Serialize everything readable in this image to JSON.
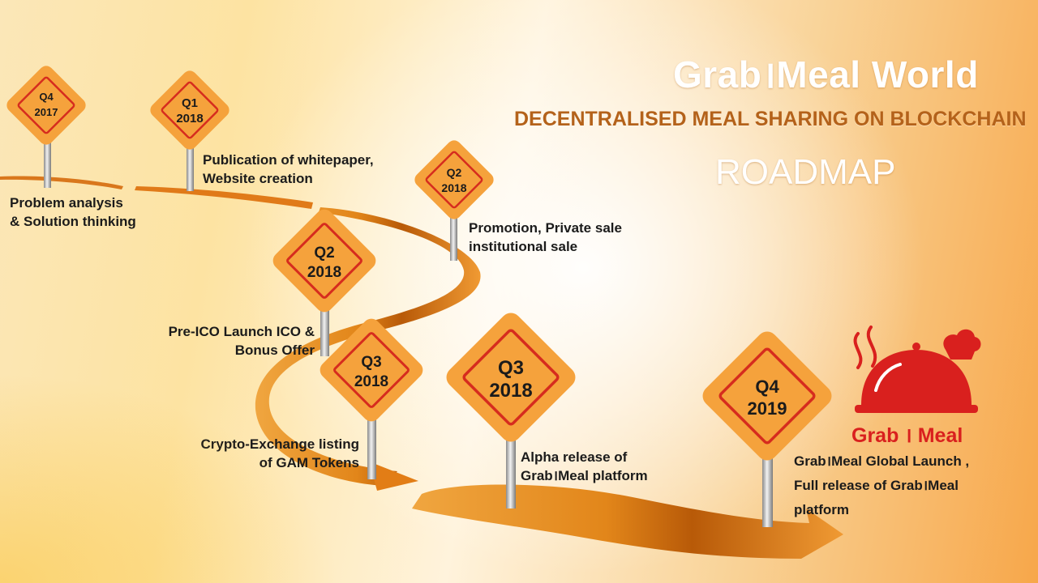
{
  "header": {
    "brand_title": "Grab।Meal World",
    "tagline": "DECENTRALISED MEAL SHARING ON BLOCKCHAIN",
    "heading": "ROADMAP"
  },
  "logo": {
    "text": "Grab । Meal",
    "color": "#d9201e",
    "icon": "food-cloche-icon"
  },
  "colors": {
    "sign_orange": "#f5a23c",
    "sign_red_border": "#d62c1e",
    "road_orange": "#e98a1f"
  },
  "milestones": [
    {
      "quarter": "Q4",
      "year": "2017",
      "lines": [
        "Problem analysis",
        "&  Solution thinking"
      ]
    },
    {
      "quarter": "Q1",
      "year": "2018",
      "lines": [
        "Publication of whitepaper,",
        "Website creation"
      ]
    },
    {
      "quarter": "Q2",
      "year": "2018",
      "lines": [
        "Promotion, Private sale",
        "institutional sale"
      ]
    },
    {
      "quarter": "Q2",
      "year": "2018",
      "lines": [
        "Pre-ICO Launch ICO &",
        "Bonus Offer"
      ]
    },
    {
      "quarter": "Q3",
      "year": "2018",
      "lines": [
        "Crypto-Exchange listing",
        "of GAM Tokens"
      ]
    },
    {
      "quarter": "Q3",
      "year": "2018",
      "lines": [
        "Alpha release of",
        "Grab।Meal platform"
      ]
    },
    {
      "quarter": "Q4",
      "year": "2019",
      "lines": [
        "Grab।Meal Global Launch ,",
        "Full release of Grab।Meal",
        "platform"
      ]
    }
  ]
}
